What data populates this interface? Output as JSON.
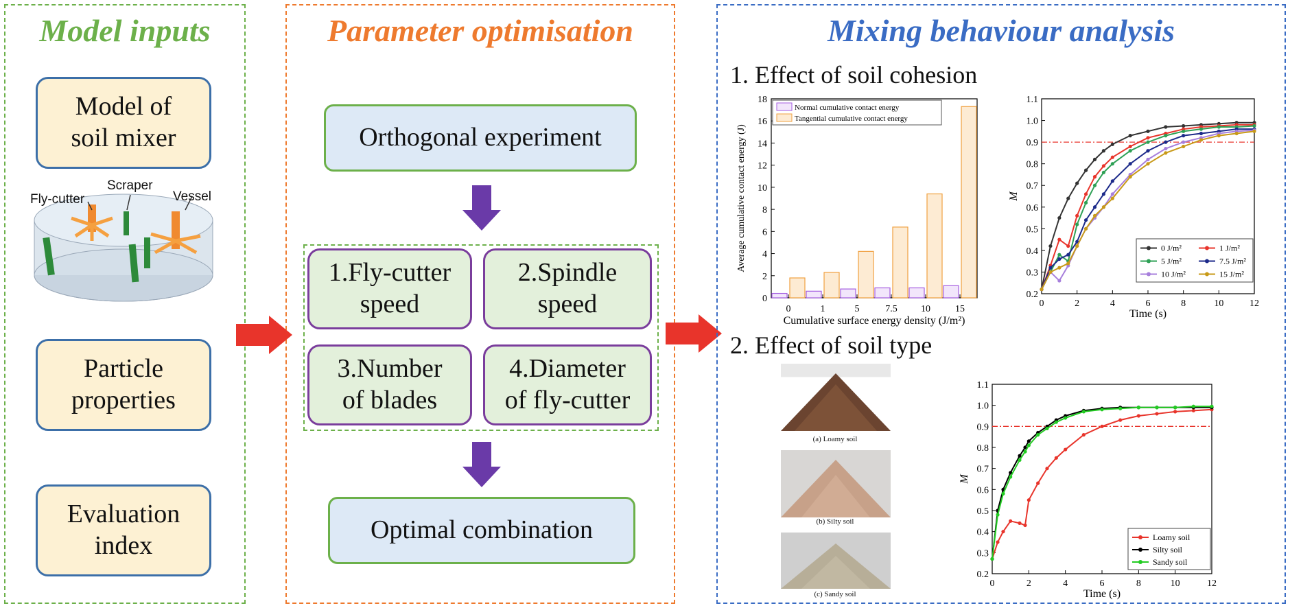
{
  "colors": {
    "green": "#6cb04a",
    "orange": "#ee7a2e",
    "blue": "#3a6cc4",
    "purple": "#6a3aa8",
    "arrow_red": "#e8342b"
  },
  "inputs": {
    "title": "Model inputs",
    "box1": "Model of\nsoil mixer",
    "box2": "Particle\nproperties",
    "box3": "Evaluation\nindex",
    "labels": {
      "fly": "Fly-cutter",
      "scraper": "Scraper",
      "vessel": "Vessel"
    }
  },
  "optim": {
    "title": "Parameter optimisation",
    "top": "Orthogonal experiment",
    "p1": "1.Fly-cutter\nspeed",
    "p2": "2.Spindle\nspeed",
    "p3": "3.Number\nof blades",
    "p4": "4.Diameter\nof fly-cutter",
    "bottom": "Optimal combination"
  },
  "mixing": {
    "title": "Mixing behaviour analysis",
    "s1": "1. Effect of soil cohesion",
    "s2": "2. Effect of soil type",
    "soils": {
      "a": "(a) Loamy soil",
      "b": "(b) Silty soil",
      "c": "(c) Sandy soil"
    }
  },
  "chart_data": [
    {
      "type": "bar",
      "categories": [
        "0",
        "1",
        "5",
        "7.5",
        "10",
        "15"
      ],
      "series": [
        {
          "name": "Normal cumulative contact energy",
          "values": [
            0.4,
            0.6,
            0.8,
            0.9,
            0.9,
            1.1
          ]
        },
        {
          "name": "Tangential cumulative contact energy",
          "values": [
            1.8,
            2.3,
            4.2,
            6.4,
            9.4,
            17.3
          ]
        }
      ],
      "xlabel": "Cumulative surface energy density (J/m²)",
      "ylabel": "Average cumulative contact energy (J)",
      "ylim": [
        0,
        18
      ],
      "yticks": [
        "0",
        "2",
        "4",
        "6",
        "8",
        "10",
        "12",
        "14",
        "16",
        "18"
      ],
      "legend": "top-left"
    },
    {
      "type": "line",
      "x": [
        0,
        0.5,
        1,
        1.5,
        2,
        2.5,
        3,
        3.5,
        4,
        5,
        6,
        7,
        8,
        9,
        10,
        11,
        12
      ],
      "series": [
        {
          "name": "0 J/m²",
          "color": "#333333",
          "values": [
            0.22,
            0.42,
            0.55,
            0.64,
            0.71,
            0.77,
            0.82,
            0.86,
            0.89,
            0.93,
            0.95,
            0.97,
            0.975,
            0.98,
            0.985,
            0.99,
            0.99
          ]
        },
        {
          "name": "1 J/m²",
          "color": "#e8342b",
          "values": [
            0.22,
            0.33,
            0.45,
            0.42,
            0.56,
            0.66,
            0.74,
            0.79,
            0.83,
            0.88,
            0.92,
            0.94,
            0.96,
            0.97,
            0.975,
            0.98,
            0.98
          ]
        },
        {
          "name": "5 J/m²",
          "color": "#2ea055",
          "values": [
            0.22,
            0.3,
            0.38,
            0.35,
            0.52,
            0.62,
            0.7,
            0.76,
            0.8,
            0.86,
            0.9,
            0.93,
            0.95,
            0.96,
            0.97,
            0.97,
            0.975
          ]
        },
        {
          "name": "7.5 J/m²",
          "color": "#1c2a8a",
          "values": [
            0.22,
            0.32,
            0.36,
            0.38,
            0.44,
            0.54,
            0.6,
            0.66,
            0.72,
            0.8,
            0.86,
            0.9,
            0.93,
            0.94,
            0.95,
            0.96,
            0.96
          ]
        },
        {
          "name": "10 J/m²",
          "color": "#a77fdc",
          "values": [
            0.22,
            0.3,
            0.26,
            0.33,
            0.42,
            0.5,
            0.55,
            0.6,
            0.66,
            0.75,
            0.82,
            0.87,
            0.9,
            0.92,
            0.94,
            0.95,
            0.955
          ]
        },
        {
          "name": "15 J/m²",
          "color": "#c89a18",
          "values": [
            0.22,
            0.3,
            0.32,
            0.34,
            0.42,
            0.5,
            0.56,
            0.6,
            0.64,
            0.74,
            0.8,
            0.85,
            0.88,
            0.91,
            0.93,
            0.94,
            0.95
          ]
        }
      ],
      "threshold": 0.9,
      "xlabel": "Time (s)",
      "ylabel": "M",
      "xlim": [
        0,
        12
      ],
      "ylim": [
        0.2,
        1.1
      ],
      "xticks": [
        "0",
        "2",
        "4",
        "6",
        "8",
        "10",
        "12"
      ],
      "yticks": [
        "0.2",
        "0.3",
        "0.4",
        "0.5",
        "0.6",
        "0.7",
        "0.8",
        "0.9",
        "1.0",
        "1.1"
      ],
      "legend": "bottom-right"
    },
    {
      "type": "line",
      "x": [
        0,
        0.3,
        0.6,
        1,
        1.5,
        1.8,
        2,
        2.5,
        3,
        3.5,
        4,
        5,
        6,
        7,
        8,
        9,
        10,
        11,
        12
      ],
      "series": [
        {
          "name": "Loamy soil",
          "color": "#e8342b",
          "values": [
            0.27,
            0.35,
            0.4,
            0.45,
            0.44,
            0.43,
            0.55,
            0.63,
            0.7,
            0.75,
            0.79,
            0.86,
            0.9,
            0.93,
            0.95,
            0.96,
            0.97,
            0.975,
            0.98
          ]
        },
        {
          "name": "Silty soil",
          "color": "#000000",
          "values": [
            0.27,
            0.5,
            0.6,
            0.68,
            0.76,
            0.8,
            0.83,
            0.87,
            0.9,
            0.93,
            0.95,
            0.975,
            0.985,
            0.99,
            0.99,
            0.99,
            0.99,
            0.99,
            0.99
          ]
        },
        {
          "name": "Sandy soil",
          "color": "#22cc22",
          "values": [
            0.27,
            0.48,
            0.58,
            0.66,
            0.74,
            0.78,
            0.81,
            0.86,
            0.89,
            0.92,
            0.94,
            0.97,
            0.98,
            0.985,
            0.99,
            0.99,
            0.99,
            0.995,
            0.995
          ]
        }
      ],
      "threshold": 0.9,
      "xlabel": "Time (s)",
      "ylabel": "M",
      "xlim": [
        0,
        12
      ],
      "ylim": [
        0.2,
        1.1
      ],
      "xticks": [
        "0",
        "2",
        "4",
        "6",
        "8",
        "10",
        "12"
      ],
      "yticks": [
        "0.2",
        "0.3",
        "0.4",
        "0.5",
        "0.6",
        "0.7",
        "0.8",
        "0.9",
        "1.0",
        "1.1"
      ],
      "legend": "bottom-right"
    }
  ]
}
